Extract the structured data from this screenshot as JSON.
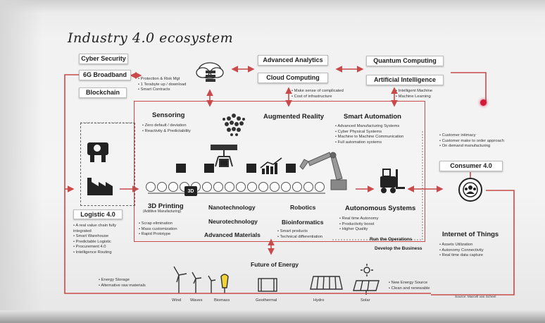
{
  "title": "Industry 4.0 ecosystem",
  "top_left_boxes": [
    "Cyber Security",
    "6G Broadband",
    "Blockchain"
  ],
  "protection_notes": [
    "Protection & Risk Mgt",
    "1 Terabyte up / download",
    "Smart Contracts"
  ],
  "analytics_box": "Advanced Analytics",
  "cloud_box": "Cloud Computing",
  "cloud_notes": [
    "Make sense of complicated",
    "Cost of infrastructure"
  ],
  "quantum_box": "Quantum Computing",
  "ai_box": "Artificial Intelligence",
  "ai_notes": [
    "Intelligent Machine",
    "Machine Learning"
  ],
  "sensoring": {
    "label": "Sensoring",
    "notes": [
      "Zero default / deviation",
      "Reactivity & Predictability"
    ]
  },
  "augmented_reality": "Augmented Reality",
  "smart_automation": {
    "label": "Smart Automation",
    "notes": [
      "Advanced Manufacturing Systems",
      "Cyber Physical Systems",
      "Machine to Machine Communication",
      "Full automation systems"
    ]
  },
  "customer_notes": [
    "Customer intimacy",
    "Customer make to order approach",
    "On demand manufacturing"
  ],
  "consumer_box": "Consumer 4.0",
  "printing": {
    "label": "3D Printing",
    "sub": "(Additive Manufacturing)",
    "notes": [
      "Scrap elimination",
      "Mass customization",
      "Rapid Prototype"
    ],
    "badge": "3D"
  },
  "nanotech": "Nanotechnology",
  "neurotech": "Neurotechnology",
  "advanced_materials": "Advanced Materials",
  "robotics": "Robotics",
  "bioinformatics": {
    "label": "Bioinformatics",
    "notes": [
      "Smart products",
      "Technical differentiation"
    ]
  },
  "autonomous": {
    "label": "Autonomous Systems",
    "notes": [
      "Real time Autonomy",
      "Productivity boost",
      "Higher Quality"
    ]
  },
  "run_ops": "Run the Operations",
  "develop_business": "Develop the Business",
  "logistic_box": "Logistic 4.0",
  "logistic_notes": [
    "A real value chain fully integrated",
    "Smart Warehouse",
    "Predictable Logistic",
    "Procurement 4.0",
    "Intelligence Routing"
  ],
  "iot": {
    "label": "Internet of Things",
    "notes": [
      "Assets Utilization",
      "Autonomy Connectivity",
      "Real time data capture"
    ]
  },
  "future_energy": "Future of Energy",
  "energy_left_notes": [
    "Energy Storage",
    "Alternative raw materials"
  ],
  "energy_right_notes": [
    "New Energy Source",
    "Clean and renewable"
  ],
  "energy_labels": [
    "Wind",
    "Waves",
    "Biomass",
    "Geothermal",
    "Hydro",
    "Solar"
  ],
  "source": "Source: Marcell van Scheel",
  "colors": {
    "accent_red": "#c84a4a",
    "dot_red": "#d11a3a",
    "ink": "#1d1d1d"
  }
}
